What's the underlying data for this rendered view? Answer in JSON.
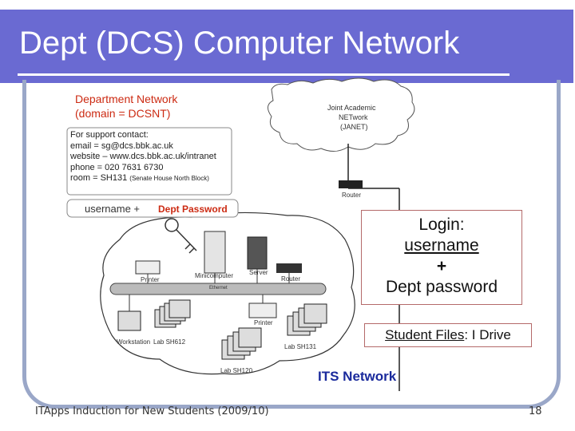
{
  "title": "Dept (DCS) Computer Network",
  "dept": {
    "line1": "Department Network",
    "line2": "(domain = DCSNT)"
  },
  "support": {
    "lines": [
      "For support contact:",
      "email = sg@dcs.bbk.ac.uk",
      "website – www.dcs.bbk.ac.uk/intranet",
      "phone = 020 7631 6730",
      "room = SH131"
    ],
    "room_note": "(Senate House North Block)"
  },
  "credentials": {
    "username": "username +",
    "password": "Dept Password"
  },
  "cloud": {
    "line1": "Joint Academic",
    "line2": "NETwork",
    "line3": "(JANET)"
  },
  "device_labels": {
    "router_top": "Router",
    "printer": "Printer",
    "minicomputer": "Minicomputer",
    "server": "Server",
    "router_mid": "Router",
    "ethernet": "Ethernet",
    "printer_mid": "Printer",
    "workstation": "Workstation",
    "lab_sh612": "Lab SH612",
    "lab_sh131": "Lab SH131",
    "lab_sh120": "Lab SH120"
  },
  "login": {
    "line1": "Login:",
    "line2": "username",
    "line3": "+",
    "line4": "Dept password"
  },
  "student_files": {
    "label": "Student Files",
    "suffix": ": I Drive"
  },
  "its_network": "ITS Network",
  "footer": {
    "left": "ITApps Induction for New Students (2009/10)",
    "page": "18"
  },
  "colors": {
    "title_bar": "#6a6ad2",
    "accent_red": "#cc2a12",
    "its_blue": "#1a2a9c"
  }
}
